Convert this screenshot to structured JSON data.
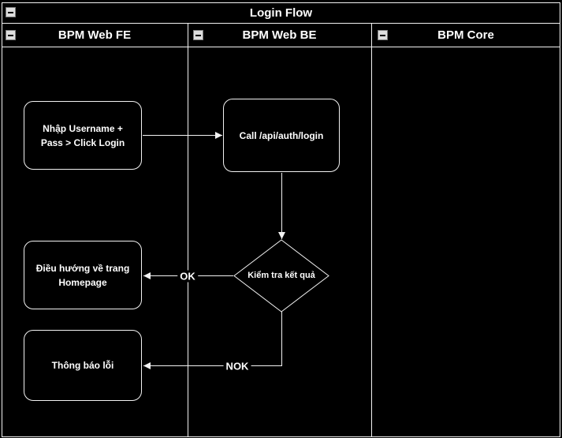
{
  "pool": {
    "title": "Login Flow"
  },
  "lanes": [
    {
      "label": "BPM Web FE"
    },
    {
      "label": "BPM Web BE"
    },
    {
      "label": "BPM Core"
    }
  ],
  "nodes": {
    "login_input": {
      "label": "Nhập Username + Pass > Click Login"
    },
    "call_api": {
      "label": "Call /api/auth/login"
    },
    "check_result": {
      "label": "Kiểm tra kết quả"
    },
    "redirect_homepage": {
      "label": "Điều hướng về trang Homepage"
    },
    "error_message": {
      "label": "Thông báo lỗi"
    }
  },
  "edges": {
    "ok": {
      "label": "OK"
    },
    "nok": {
      "label": "NOK"
    }
  },
  "colors": {
    "background": "#000000",
    "stroke": "#f2f2f2",
    "text": "#ffffff"
  }
}
